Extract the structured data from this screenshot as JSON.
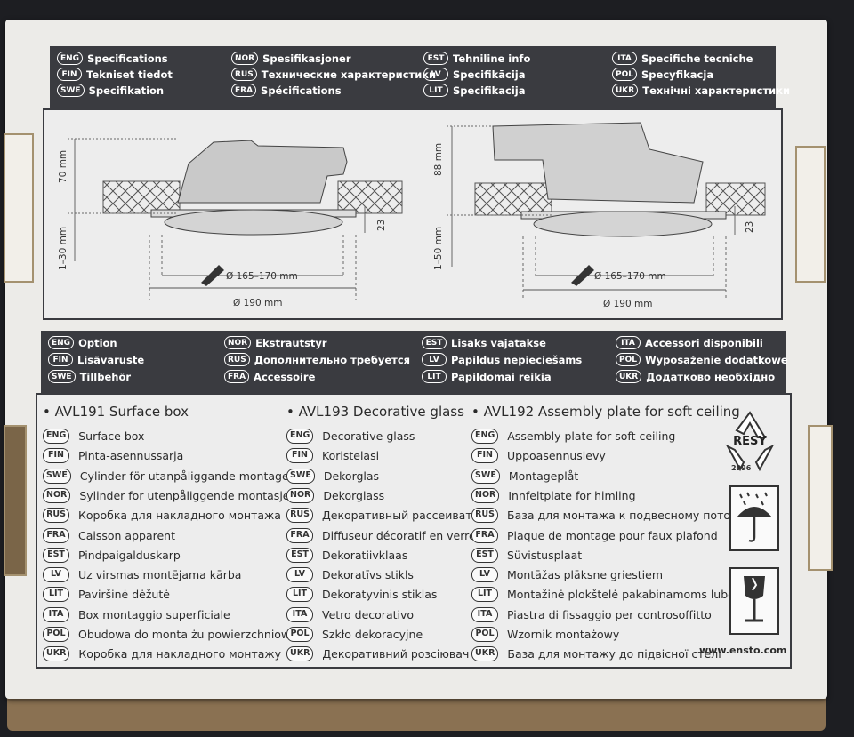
{
  "spec_header": [
    [
      {
        "code": "ENG",
        "text": "Specifications"
      },
      {
        "code": "FIN",
        "text": "Tekniset tiedot"
      },
      {
        "code": "SWE",
        "text": "Specifikation"
      }
    ],
    [
      {
        "code": "NOR",
        "text": "Spesifikasjoner"
      },
      {
        "code": "RUS",
        "text": "Технические характеристики"
      },
      {
        "code": "FRA",
        "text": "Spécifications"
      }
    ],
    [
      {
        "code": "EST",
        "text": "Tehniline info"
      },
      {
        "code": "LV",
        "text": "Specifikācija"
      },
      {
        "code": "LIT",
        "text": "Specifikacija"
      }
    ],
    [
      {
        "code": "ITA",
        "text": "Specifiche tecniche"
      },
      {
        "code": "POL",
        "text": "Specyfikacja"
      },
      {
        "code": "UKR",
        "text": "Технічні характеристики"
      }
    ]
  ],
  "diagram_left": {
    "height": "70 mm",
    "depth": "1–30 mm",
    "plate": "23",
    "cutout": "Ø 165–170 mm",
    "diameter": "Ø 190 mm"
  },
  "diagram_right": {
    "height": "88 mm",
    "depth": "1–50 mm",
    "plate": "23",
    "cutout": "Ø 165–170 mm",
    "diameter": "Ø 190 mm"
  },
  "option_header": [
    [
      {
        "code": "ENG",
        "text": "Option"
      },
      {
        "code": "FIN",
        "text": "Lisävaruste"
      },
      {
        "code": "SWE",
        "text": "Tillbehör"
      }
    ],
    [
      {
        "code": "NOR",
        "text": "Ekstrautstyr"
      },
      {
        "code": "RUS",
        "text": "Дополнительно требуется"
      },
      {
        "code": "FRA",
        "text": "Accessoire"
      }
    ],
    [
      {
        "code": "EST",
        "text": "Lisaks vajatakse"
      },
      {
        "code": "LV",
        "text": "Papildus nepieciešams"
      },
      {
        "code": "LIT",
        "text": "Papildomai reikia"
      }
    ],
    [
      {
        "code": "ITA",
        "text": "Accessori disponibili"
      },
      {
        "code": "POL",
        "text": "Wyposażenie dodatkowe"
      },
      {
        "code": "UKR",
        "text": "Додатково необхідно"
      }
    ]
  ],
  "columns": [
    {
      "title": "• AVL191 Surface box",
      "items": [
        {
          "code": "ENG",
          "text": "Surface box"
        },
        {
          "code": "FIN",
          "text": "Pinta-asennussarja"
        },
        {
          "code": "SWE",
          "text": "Cylinder för utanpåliggande montage"
        },
        {
          "code": "NOR",
          "text": "Sylinder for utenpåliggende montasje"
        },
        {
          "code": "RUS",
          "text": "Коробка для накладного монтажа"
        },
        {
          "code": "FRA",
          "text": "Caisson apparent"
        },
        {
          "code": "EST",
          "text": "Pindpaigalduskarp"
        },
        {
          "code": "LV",
          "text": "Uz virsmas montējama kārba"
        },
        {
          "code": "LIT",
          "text": "Paviršinė dėžutė"
        },
        {
          "code": "ITA",
          "text": "Box montaggio superficiale"
        },
        {
          "code": "POL",
          "text": "Obudowa do monta żu powierzchniowego"
        },
        {
          "code": "UKR",
          "text": "Коробка для накладного монтажу"
        }
      ]
    },
    {
      "title": "• AVL193 Decorative glass",
      "items": [
        {
          "code": "ENG",
          "text": "Decorative glass"
        },
        {
          "code": "FIN",
          "text": "Koristelasi"
        },
        {
          "code": "SWE",
          "text": "Dekorglas"
        },
        {
          "code": "NOR",
          "text": "Dekorglass"
        },
        {
          "code": "RUS",
          "text": "Декоративный рассеиватель"
        },
        {
          "code": "FRA",
          "text": "Diffuseur décoratif en verre"
        },
        {
          "code": "EST",
          "text": "Dekoratiivklaas"
        },
        {
          "code": "LV",
          "text": "Dekoratīvs stikls"
        },
        {
          "code": "LIT",
          "text": "Dekoratyvinis stiklas"
        },
        {
          "code": "ITA",
          "text": "Vetro decorativo"
        },
        {
          "code": "POL",
          "text": "Szkło dekoracyjne"
        },
        {
          "code": "UKR",
          "text": "Декоративний розсіювач"
        }
      ]
    },
    {
      "title": "• AVL192 Assembly plate for soft ceiling",
      "items": [
        {
          "code": "ENG",
          "text": "Assembly plate for soft ceiling"
        },
        {
          "code": "FIN",
          "text": "Uppoasennuslevy"
        },
        {
          "code": "SWE",
          "text": "Montageplåt"
        },
        {
          "code": "NOR",
          "text": "Innfeltplate for himling"
        },
        {
          "code": "RUS",
          "text": "База для монтажа к подвесному потолку"
        },
        {
          "code": "FRA",
          "text": "Plaque de montage pour faux plafond"
        },
        {
          "code": "EST",
          "text": "Süvistusplaat"
        },
        {
          "code": "LV",
          "text": "Montāžas plāksne griestiem"
        },
        {
          "code": "LIT",
          "text": "Montažinė plokštelė pakabinamoms luboms"
        },
        {
          "code": "ITA",
          "text": "Piastra di fissaggio per controsoffitto"
        },
        {
          "code": "POL",
          "text": "Wzornik montażowy"
        },
        {
          "code": "UKR",
          "text": "База для монтажу до підвісної стелі"
        }
      ]
    }
  ],
  "recycle": {
    "label": "RESY",
    "code": "2996"
  },
  "website": "www.ensto.com"
}
